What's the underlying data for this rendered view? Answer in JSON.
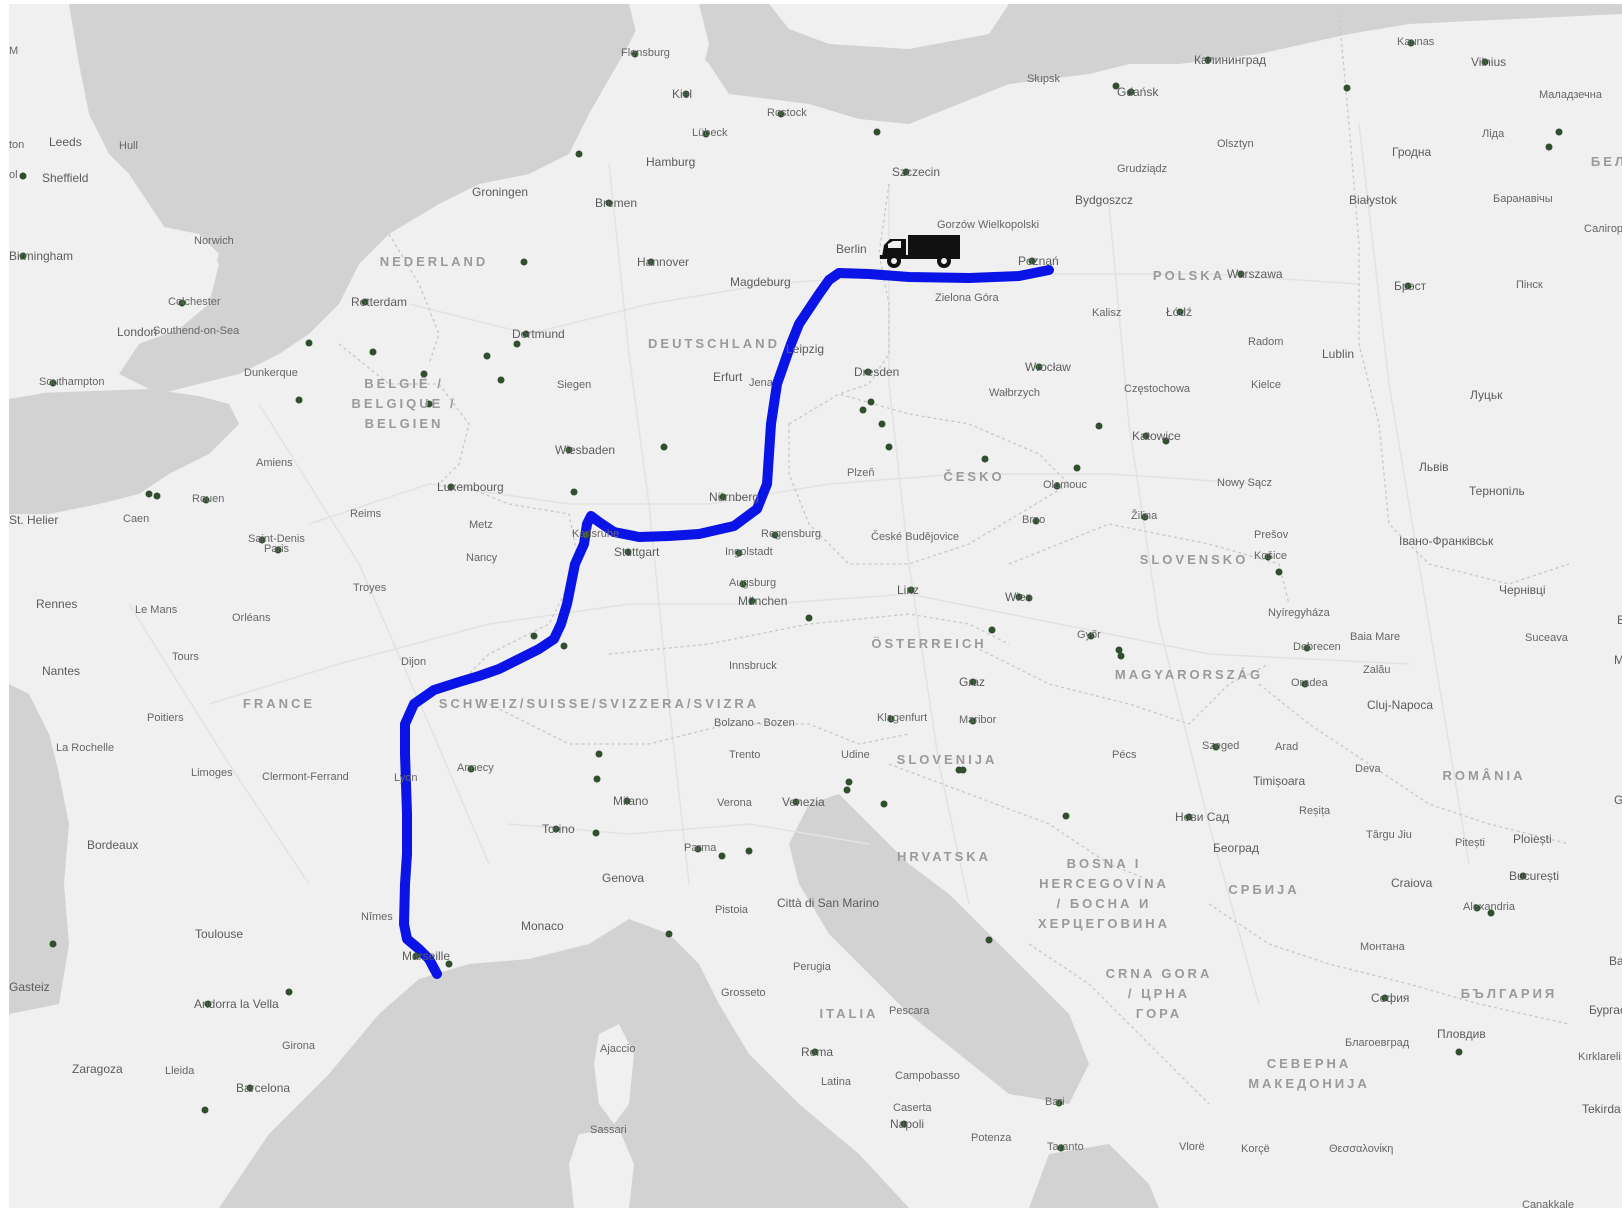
{
  "map": {
    "route_color": "#0a14e6",
    "land_color": "#f0f0f0",
    "water_color": "#d2d2d2",
    "poi_color": "#2f4f2f",
    "vehicle_icon": "truck-icon",
    "countries": [
      {
        "id": "nl",
        "text": "NEDERLAND"
      },
      {
        "id": "be",
        "text": "BELGIË / BELGIQUE / BELGIEN"
      },
      {
        "id": "de",
        "text": "DEUTSCHLAND"
      },
      {
        "id": "pl",
        "text": "POLSKA"
      },
      {
        "id": "fr",
        "text": "FRANCE"
      },
      {
        "id": "ch",
        "text": "SCHWEIZ/SUISSE/SVIZZERA/SVIZRA"
      },
      {
        "id": "cz",
        "text": "ČESKO"
      },
      {
        "id": "at",
        "text": "ÖSTERREICH"
      },
      {
        "id": "sk",
        "text": "SLOVENSKO"
      },
      {
        "id": "hu",
        "text": "MAGYARORSZÁG"
      },
      {
        "id": "si",
        "text": "SLOVENIJA"
      },
      {
        "id": "hr",
        "text": "HRVATSKA"
      },
      {
        "id": "ba",
        "text": "BOSNA I HERCEGOVINA / БОСНА И ХЕРЦЕГОВИНА"
      },
      {
        "id": "rs",
        "text": "СРБИЈА"
      },
      {
        "id": "ro",
        "text": "ROMÂNIA"
      },
      {
        "id": "it",
        "text": "ITALIA"
      },
      {
        "id": "me",
        "text": "CRNA GORA / ЦРНА ГОРА"
      },
      {
        "id": "mk",
        "text": "СЕВЕРНА МАКЕДОНИЈА"
      },
      {
        "id": "bg",
        "text": "БЪЛГАРИЯ"
      },
      {
        "id": "by",
        "text": "БЕЛ"
      }
    ],
    "cities": [
      {
        "id": "flensburg",
        "text": "Flensburg"
      },
      {
        "id": "kiel",
        "text": "Kiel"
      },
      {
        "id": "rostock",
        "text": "Rostock"
      },
      {
        "id": "lubeck",
        "text": "Lübeck"
      },
      {
        "id": "hamburg",
        "text": "Hamburg"
      },
      {
        "id": "szczecin",
        "text": "Szczecin"
      },
      {
        "id": "slupsk",
        "text": "Słupsk"
      },
      {
        "id": "gdansk",
        "text": "Gdańsk"
      },
      {
        "id": "kaliningrad",
        "text": "Калининград"
      },
      {
        "id": "kaunas",
        "text": "Kaunas"
      },
      {
        "id": "vilnius",
        "text": "Vilnius"
      },
      {
        "id": "maladzyechna",
        "text": "Маладзечна"
      },
      {
        "id": "lida",
        "text": "Ліда"
      },
      {
        "id": "olsztyn",
        "text": "Olsztyn"
      },
      {
        "id": "grodno",
        "text": "Гродна"
      },
      {
        "id": "grudziadz",
        "text": "Grudziądz"
      },
      {
        "id": "bydgoszcz",
        "text": "Bydgoszcz"
      },
      {
        "id": "bialystok",
        "text": "Białystok"
      },
      {
        "id": "baranavichy",
        "text": "Баранавічы"
      },
      {
        "id": "salihorsk",
        "text": "Салігорс"
      },
      {
        "id": "leeds",
        "text": "Leeds"
      },
      {
        "id": "hull",
        "text": "Hull"
      },
      {
        "id": "ton",
        "text": "ton"
      },
      {
        "id": "sheffield",
        "text": "Sheffield"
      },
      {
        "id": "ol",
        "text": "ol"
      },
      {
        "id": "m",
        "text": "M"
      },
      {
        "id": "groningen",
        "text": "Groningen"
      },
      {
        "id": "bremen",
        "text": "Bremen"
      },
      {
        "id": "birmingham",
        "text": "Birmingham"
      },
      {
        "id": "norwich",
        "text": "Norwich"
      },
      {
        "id": "hannover",
        "text": "Hannover"
      },
      {
        "id": "berlin",
        "text": "Berlin"
      },
      {
        "id": "gorzow",
        "text": "Gorzów Wielkopolski"
      },
      {
        "id": "poznan",
        "text": "Poznań"
      },
      {
        "id": "warszawa",
        "text": "Warszawa"
      },
      {
        "id": "brest",
        "text": "Брэст"
      },
      {
        "id": "pinsk",
        "text": "Пінск"
      },
      {
        "id": "magdeburg",
        "text": "Magdeburg"
      },
      {
        "id": "colchester",
        "text": "Colchester"
      },
      {
        "id": "rotterdam",
        "text": "Rotterdam"
      },
      {
        "id": "zielonagora",
        "text": "Zielona Góra"
      },
      {
        "id": "kalisz",
        "text": "Kalisz"
      },
      {
        "id": "lodz",
        "text": "Łódź"
      },
      {
        "id": "london",
        "text": "London"
      },
      {
        "id": "southend",
        "text": "Southend-on-Sea"
      },
      {
        "id": "dortmund",
        "text": "Dortmund"
      },
      {
        "id": "radom",
        "text": "Radom"
      },
      {
        "id": "lublin",
        "text": "Lublin"
      },
      {
        "id": "leipzig",
        "text": "Leipzig"
      },
      {
        "id": "wroclaw",
        "text": "Wrocław"
      },
      {
        "id": "dresden",
        "text": "Dresden"
      },
      {
        "id": "southampton",
        "text": "Southampton"
      },
      {
        "id": "dunkerque",
        "text": "Dunkerque"
      },
      {
        "id": "siegen",
        "text": "Siegen"
      },
      {
        "id": "erfurt",
        "text": "Erfurt"
      },
      {
        "id": "jena",
        "text": "Jena"
      },
      {
        "id": "walbrzych",
        "text": "Wałbrzych"
      },
      {
        "id": "czestochowa",
        "text": "Częstochowa"
      },
      {
        "id": "kielce",
        "text": "Kielce"
      },
      {
        "id": "lutsk",
        "text": "Луцьк"
      },
      {
        "id": "katowice",
        "text": "Katowice"
      },
      {
        "id": "wiesbaden",
        "text": "Wiesbaden"
      },
      {
        "id": "lviv",
        "text": "Львів"
      },
      {
        "id": "amiens",
        "text": "Amiens"
      },
      {
        "id": "plzen",
        "text": "Plzeň"
      },
      {
        "id": "olomouc",
        "text": "Olomouc"
      },
      {
        "id": "nowysacz",
        "text": "Nowy Sącz"
      },
      {
        "id": "ternopil",
        "text": "Тернопіль"
      },
      {
        "id": "luxembourg",
        "text": "Luxembourg"
      },
      {
        "id": "rouen",
        "text": "Rouen"
      },
      {
        "id": "nurnberg",
        "text": "Nürnberg"
      },
      {
        "id": "sthelier",
        "text": "St. Helier"
      },
      {
        "id": "caen",
        "text": "Caen"
      },
      {
        "id": "reims",
        "text": "Reims"
      },
      {
        "id": "metz",
        "text": "Metz"
      },
      {
        "id": "brno",
        "text": "Brno"
      },
      {
        "id": "zilina",
        "text": "Žilina"
      },
      {
        "id": "presov",
        "text": "Prešov"
      },
      {
        "id": "karlsruhe",
        "text": "Karlsruhe"
      },
      {
        "id": "regensburg",
        "text": "Regensburg"
      },
      {
        "id": "budejovice",
        "text": "České Budějovice"
      },
      {
        "id": "saintdenis",
        "text": "Saint-Denis"
      },
      {
        "id": "paris",
        "text": "Paris"
      },
      {
        "id": "ivanofrankivsk",
        "text": "Івано-Франківськ"
      },
      {
        "id": "kosice",
        "text": "Košice"
      },
      {
        "id": "stuttgart",
        "text": "Stuttgart"
      },
      {
        "id": "ingolstadt",
        "text": "Ingolstadt"
      },
      {
        "id": "nancy",
        "text": "Nancy"
      },
      {
        "id": "augsburg",
        "text": "Augsburg"
      },
      {
        "id": "linz",
        "text": "Linz"
      },
      {
        "id": "chernivtsi",
        "text": "Чернівці"
      },
      {
        "id": "troyes",
        "text": "Troyes"
      },
      {
        "id": "wien",
        "text": "Wien"
      },
      {
        "id": "munchen",
        "text": "München"
      },
      {
        "id": "rennes",
        "text": "Rennes"
      },
      {
        "id": "lemans",
        "text": "Le Mans"
      },
      {
        "id": "orleans",
        "text": "Orléans"
      },
      {
        "id": "nyiregyhaza",
        "text": "Nyíregyháza"
      },
      {
        "id": "gyor",
        "text": "Győr"
      },
      {
        "id": "baiamare",
        "text": "Baia Mare"
      },
      {
        "id": "suceava",
        "text": "Suceava"
      },
      {
        "id": "tours",
        "text": "Tours"
      },
      {
        "id": "debrecen",
        "text": "Debrecen"
      },
      {
        "id": "dijon",
        "text": "Dijon"
      },
      {
        "id": "innsbruck",
        "text": "Innsbruck"
      },
      {
        "id": "nantes",
        "text": "Nantes"
      },
      {
        "id": "zalau",
        "text": "Zalău"
      },
      {
        "id": "oradea",
        "text": "Oradea"
      },
      {
        "id": "graz",
        "text": "Graz"
      },
      {
        "id": "clujnapoca",
        "text": "Cluj-Napoca"
      },
      {
        "id": "poitiers",
        "text": "Poitiers"
      },
      {
        "id": "klagenfurt",
        "text": "Klagenfurt"
      },
      {
        "id": "maribor",
        "text": "Maribor"
      },
      {
        "id": "bolzano",
        "text": "Bolzano - Bozen"
      },
      {
        "id": "larochelle",
        "text": "La Rochelle"
      },
      {
        "id": "szeged",
        "text": "Szeged"
      },
      {
        "id": "arad",
        "text": "Arad"
      },
      {
        "id": "trento",
        "text": "Trento"
      },
      {
        "id": "udine",
        "text": "Udine"
      },
      {
        "id": "pecs",
        "text": "Pécs"
      },
      {
        "id": "annecy",
        "text": "Annecy"
      },
      {
        "id": "limoges",
        "text": "Limoges"
      },
      {
        "id": "clermont",
        "text": "Clermont-Ferrand"
      },
      {
        "id": "lyon",
        "text": "Lyon"
      },
      {
        "id": "deva",
        "text": "Deva"
      },
      {
        "id": "timisoara",
        "text": "Timișoara"
      },
      {
        "id": "milano",
        "text": "Milano"
      },
      {
        "id": "verona",
        "text": "Verona"
      },
      {
        "id": "venezia",
        "text": "Venezia"
      },
      {
        "id": "resita",
        "text": "Reșița"
      },
      {
        "id": "novisad",
        "text": "Нови Сад"
      },
      {
        "id": "torino",
        "text": "Torino"
      },
      {
        "id": "targujiu",
        "text": "Târgu Jiu"
      },
      {
        "id": "pitesti",
        "text": "Pitești"
      },
      {
        "id": "ploiesti",
        "text": "Ploiești"
      },
      {
        "id": "bordeaux",
        "text": "Bordeaux"
      },
      {
        "id": "parma",
        "text": "Parma"
      },
      {
        "id": "beograd",
        "text": "Београд"
      },
      {
        "id": "genova",
        "text": "Genova"
      },
      {
        "id": "craiova",
        "text": "Craiova"
      },
      {
        "id": "bucuresti",
        "text": "București"
      },
      {
        "id": "pistoia",
        "text": "Pistoia"
      },
      {
        "id": "sanmarino",
        "text": "Città di San Marino"
      },
      {
        "id": "nimes",
        "text": "Nîmes"
      },
      {
        "id": "alexandria",
        "text": "Alexandria"
      },
      {
        "id": "monaco",
        "text": "Monaco"
      },
      {
        "id": "toulouse",
        "text": "Toulouse"
      },
      {
        "id": "montana",
        "text": "Монтана"
      },
      {
        "id": "marseille",
        "text": "Marseille"
      },
      {
        "id": "perugia",
        "text": "Perugia"
      },
      {
        "id": "gasteiz",
        "text": "Gasteiz"
      },
      {
        "id": "grosseto",
        "text": "Grosseto"
      },
      {
        "id": "sofia",
        "text": "София"
      },
      {
        "id": "andorra",
        "text": "Andorra la Vella"
      },
      {
        "id": "pescara",
        "text": "Pescara"
      },
      {
        "id": "girona",
        "text": "Girona"
      },
      {
        "id": "ajaccio",
        "text": "Ajaccio"
      },
      {
        "id": "blagoevgrad",
        "text": "Благоевград"
      },
      {
        "id": "plovdiv",
        "text": "Пловдив"
      },
      {
        "id": "roma",
        "text": "Roma"
      },
      {
        "id": "zaragoza",
        "text": "Zaragoza"
      },
      {
        "id": "lleida",
        "text": "Lleida"
      },
      {
        "id": "kirklareli",
        "text": "Kırklareli"
      },
      {
        "id": "campobasso",
        "text": "Campobasso"
      },
      {
        "id": "latina",
        "text": "Latina"
      },
      {
        "id": "barcelona",
        "text": "Barcelona"
      },
      {
        "id": "bari",
        "text": "Bari"
      },
      {
        "id": "caserta",
        "text": "Caserta"
      },
      {
        "id": "napoli",
        "text": "Napoli"
      },
      {
        "id": "tekirdag",
        "text": "Tekirda"
      },
      {
        "id": "sassari",
        "text": "Sassari"
      },
      {
        "id": "potenza",
        "text": "Potenza"
      },
      {
        "id": "taranto",
        "text": "Taranto"
      },
      {
        "id": "vlore",
        "text": "Vlorë"
      },
      {
        "id": "korce",
        "text": "Korçë"
      },
      {
        "id": "thessaloniki",
        "text": "Θεσσαλονίκη"
      },
      {
        "id": "canakkale",
        "text": "Canakkale"
      },
      {
        "id": "burgas",
        "text": "Бургас"
      },
      {
        "id": "ba2",
        "text": "Ba"
      },
      {
        "id": "g",
        "text": "G"
      },
      {
        "id": "b",
        "text": "B"
      },
      {
        "id": "mi",
        "text": "M"
      }
    ]
  }
}
